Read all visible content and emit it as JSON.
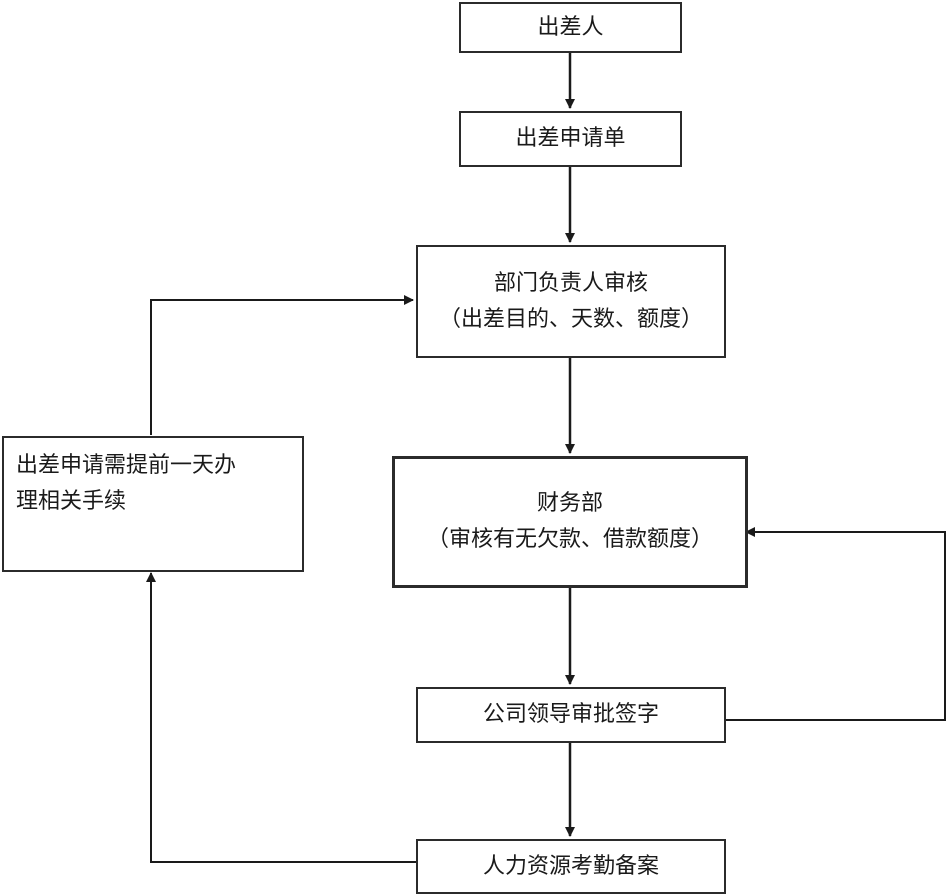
{
  "flow": {
    "traveler": "出差人",
    "application_form": "出差申请单",
    "dept_review": {
      "line1": "部门负责人审核",
      "line2": "（出差目的、天数、额度）"
    },
    "finance": {
      "line1": "财务部",
      "line2": "（审核有无欠款、借款额度）"
    },
    "leader_approval": "公司领导审批签字",
    "hr_record": "人力资源考勤备案",
    "advance_note": {
      "line1": "出差申请需提前一天办",
      "line2": "理相关手续"
    }
  },
  "colors": {
    "line": "#1a1a1a",
    "border": "#2b2b2b",
    "text": "#1a1a1a",
    "background": "#ffffff"
  }
}
